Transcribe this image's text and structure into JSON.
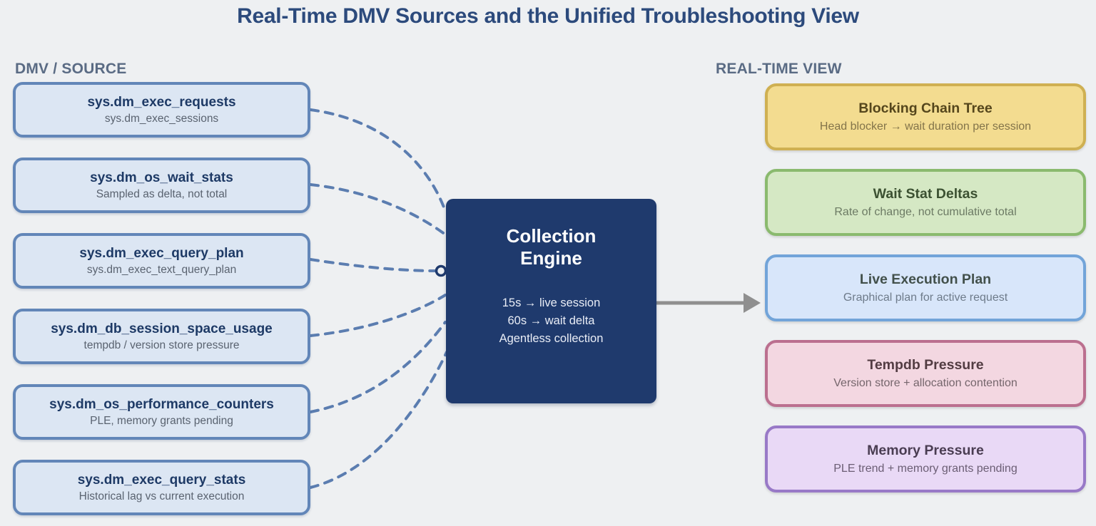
{
  "title": "Real-Time DMV Sources and the Unified Troubleshooting View",
  "left_column": {
    "header": "DMV / SOURCE",
    "boxes": [
      {
        "title": "sys.dm_exec_requests",
        "subtitle": "sys.dm_exec_sessions"
      },
      {
        "title": "sys.dm_os_wait_stats",
        "subtitle": "Sampled as delta, not total"
      },
      {
        "title": "sys.dm_exec_query_plan",
        "subtitle": "sys.dm_exec_text_query_plan"
      },
      {
        "title": "sys.dm_db_session_space_usage",
        "subtitle": "tempdb / version store pressure"
      },
      {
        "title": "sys.dm_os_performance_counters",
        "subtitle": "PLE, memory grants pending"
      },
      {
        "title": "sys.dm_exec_query_stats",
        "subtitle": "Historical lag vs current execution"
      }
    ]
  },
  "engine": {
    "title_line1": "Collection",
    "title_line2": "Engine",
    "details": [
      "15s → live session",
      "60s → wait delta",
      "Agentless collection"
    ]
  },
  "right_column": {
    "header": "REAL-TIME VIEW",
    "boxes": [
      {
        "title": "Blocking Chain Tree",
        "subtitle": "Head blocker → wait duration per session",
        "colors": {
          "fill": "#f3dc90",
          "border": "#cfb052",
          "title_text": "#55461c",
          "subtitle_text": "#83744a"
        }
      },
      {
        "title": "Wait Stat Deltas",
        "subtitle": "Rate of change, not cumulative total",
        "colors": {
          "fill": "#d5e8c4",
          "border": "#8aba6e",
          "title_text": "#3c5132",
          "subtitle_text": "#6c7a64"
        }
      },
      {
        "title": "Live Execution Plan",
        "subtitle": "Graphical plan for active request",
        "colors": {
          "fill": "#d8e6fa",
          "border": "#72a4d9",
          "title_text": "#42504b",
          "subtitle_text": "#6e7b8a"
        }
      },
      {
        "title": "Tempdb Pressure",
        "subtitle": "Version store + allocation contention",
        "colors": {
          "fill": "#f3d7e1",
          "border": "#bb6f8f",
          "title_text": "#523c42",
          "subtitle_text": "#75666c"
        }
      },
      {
        "title": "Memory Pressure",
        "subtitle": "PLE trend + memory grants pending",
        "colors": {
          "fill": "#e9d9f6",
          "border": "#9879c7",
          "title_text": "#4a3d52",
          "subtitle_text": "#6b5e74"
        }
      }
    ]
  },
  "colors": {
    "background": "#eef0f2",
    "title_text": "#2c4a7c",
    "column_header_text": "#5a6b84",
    "source_box_fill": "#dce6f3",
    "source_box_border": "#6286b8",
    "source_title_text": "#1e3a66",
    "source_subtitle_text": "#5a6370",
    "engine_fill": "#1f3a6d",
    "engine_title_text": "#ffffff",
    "engine_detail_text": "#e9edf6",
    "connector": "#5b7db0",
    "arrow": "#8f8f8f"
  }
}
